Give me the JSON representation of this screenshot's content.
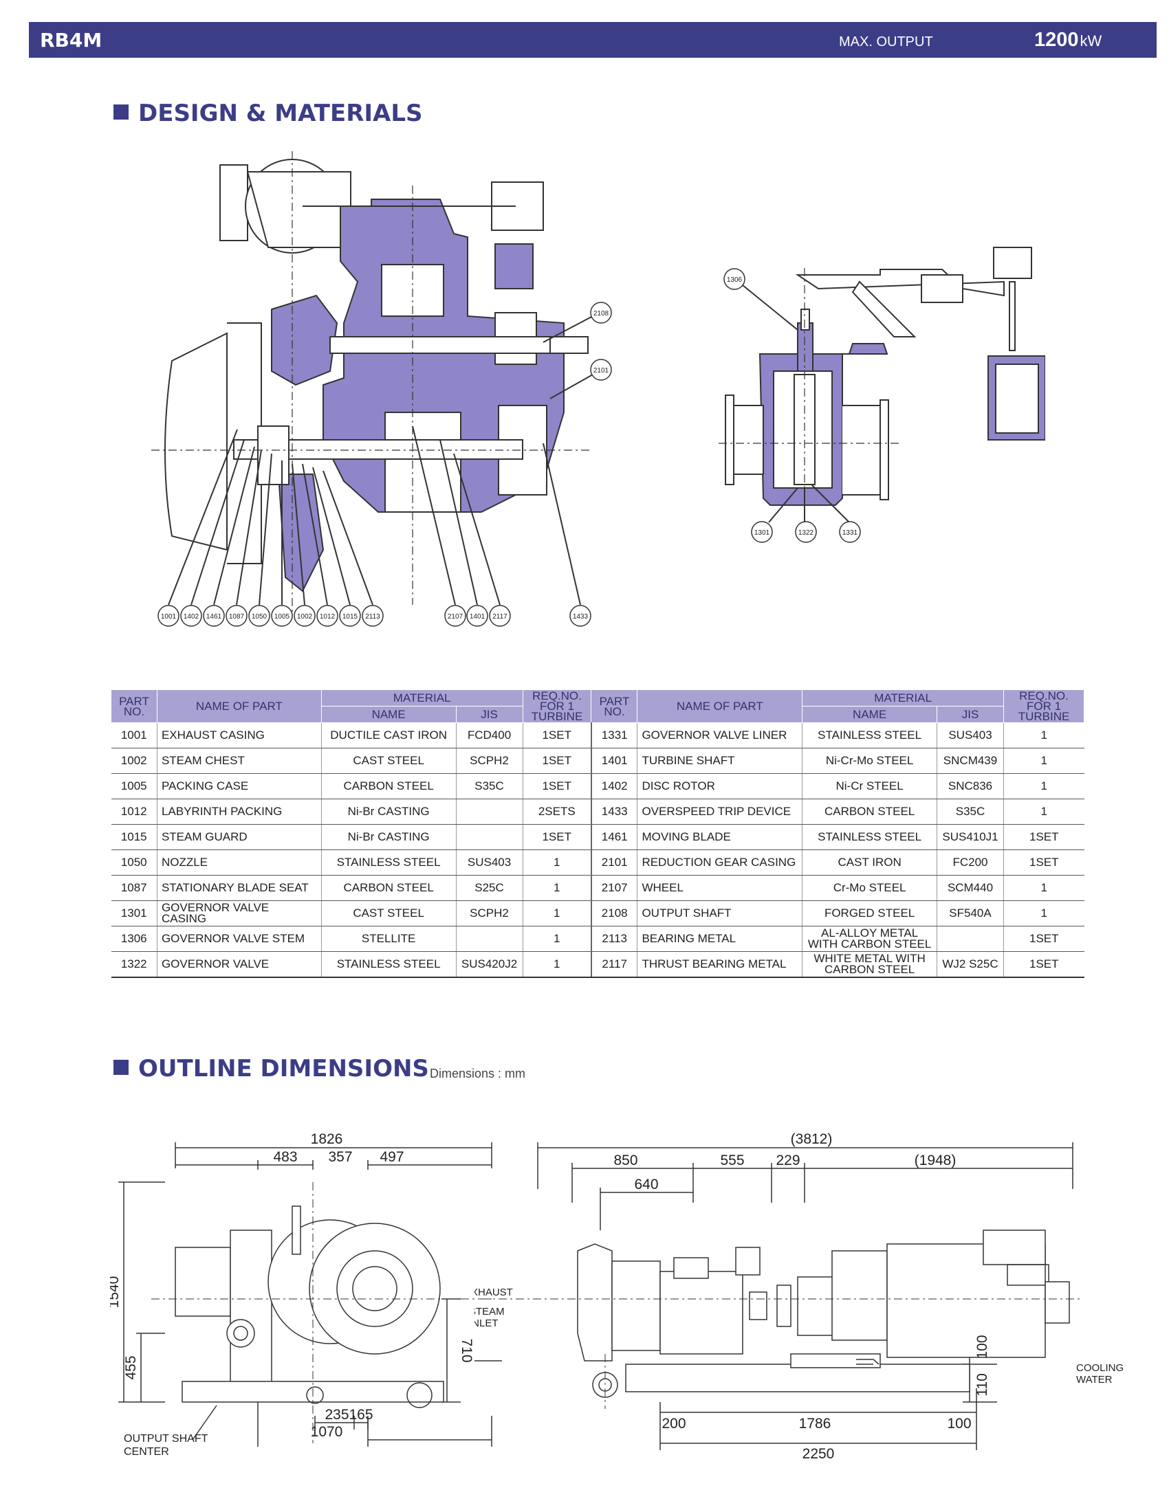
{
  "header": {
    "model": "RB4M",
    "max_output_label": "MAX. OUTPUT",
    "max_output_value": "1200",
    "max_output_unit": "kW"
  },
  "sections": {
    "design": "DESIGN & MATERIALS",
    "outline": "OUTLINE DIMENSIONS",
    "outline_units": "Dimensions : mm"
  },
  "callouts": {
    "main_bottom": [
      "1001",
      "1402",
      "1461",
      "1087",
      "1050",
      "1005",
      "1002",
      "1012",
      "1015",
      "2113",
      "2107",
      "1401",
      "2117",
      "1433"
    ],
    "main_side": [
      "2108",
      "2101"
    ],
    "gov_top": "1306",
    "gov_bottom": [
      "1301",
      "1322",
      "1331"
    ]
  },
  "table": {
    "headers": {
      "part_no": "PART NO.",
      "name_of_part": "NAME OF PART",
      "material": "MATERIAL",
      "name": "NAME",
      "jis": "JIS",
      "req_no": "REQ.NO. FOR 1 TURBINE"
    },
    "left": [
      {
        "no": "1001",
        "part": "EXHAUST CASING",
        "mat": "DUCTILE CAST IRON",
        "jis": "FCD400",
        "req": "1SET"
      },
      {
        "no": "1002",
        "part": "STEAM CHEST",
        "mat": "CAST STEEL",
        "jis": "SCPH2",
        "req": "1SET"
      },
      {
        "no": "1005",
        "part": "PACKING CASE",
        "mat": "CARBON STEEL",
        "jis": "S35C",
        "req": "1SET"
      },
      {
        "no": "1012",
        "part": "LABYRINTH PACKING",
        "mat": "Ni-Br CASTING",
        "jis": "",
        "req": "2SETS"
      },
      {
        "no": "1015",
        "part": "STEAM GUARD",
        "mat": "Ni-Br CASTING",
        "jis": "",
        "req": "1SET"
      },
      {
        "no": "1050",
        "part": "NOZZLE",
        "mat": "STAINLESS STEEL",
        "jis": "SUS403",
        "req": "1"
      },
      {
        "no": "1087",
        "part": "STATIONARY BLADE SEAT",
        "mat": "CARBON STEEL",
        "jis": "S25C",
        "req": "1"
      },
      {
        "no": "1301",
        "part": "GOVERNOR VALVE CASING",
        "mat": "CAST STEEL",
        "jis": "SCPH2",
        "req": "1"
      },
      {
        "no": "1306",
        "part": "GOVERNOR VALVE STEM",
        "mat": "STELLITE",
        "jis": "",
        "req": "1"
      },
      {
        "no": "1322",
        "part": "GOVERNOR VALVE",
        "mat": "STAINLESS STEEL",
        "jis": "SUS420J2",
        "req": "1"
      }
    ],
    "right": [
      {
        "no": "1331",
        "part": "GOVERNOR VALVE LINER",
        "mat": "STAINLESS STEEL",
        "jis": "SUS403",
        "req": "1"
      },
      {
        "no": "1401",
        "part": "TURBINE SHAFT",
        "mat": "Ni-Cr-Mo STEEL",
        "jis": "SNCM439",
        "req": "1"
      },
      {
        "no": "1402",
        "part": "DISC ROTOR",
        "mat": "Ni-Cr STEEL",
        "jis": "SNC836",
        "req": "1"
      },
      {
        "no": "1433",
        "part": "OVERSPEED TRIP DEVICE",
        "mat": "CARBON STEEL",
        "jis": "S35C",
        "req": "1"
      },
      {
        "no": "1461",
        "part": "MOVING BLADE",
        "mat": "STAINLESS STEEL",
        "jis": "SUS410J1",
        "req": "1SET"
      },
      {
        "no": "2101",
        "part": "REDUCTION GEAR CASING",
        "mat": "CAST IRON",
        "jis": "FC200",
        "req": "1SET"
      },
      {
        "no": "2107",
        "part": "WHEEL",
        "mat": "Cr-Mo STEEL",
        "jis": "SCM440",
        "req": "1"
      },
      {
        "no": "2108",
        "part": "OUTPUT SHAFT",
        "mat": "FORGED STEEL",
        "jis": "SF540A",
        "req": "1"
      },
      {
        "no": "2113",
        "part": "BEARING METAL",
        "mat": "AL-ALLOY METAL WITH CARBON STEEL",
        "jis": "",
        "req": "1SET"
      },
      {
        "no": "2117",
        "part": "THRUST BEARING METAL",
        "mat": "WHITE METAL WITH CARBON STEEL",
        "jis": "WJ2 S25C",
        "req": "1SET"
      }
    ]
  },
  "front_view": {
    "dims": {
      "overall_width": "1826",
      "w1": "483",
      "w2": "357",
      "w3": "497",
      "height": "1540",
      "h_low": "455",
      "h_710": "710",
      "b1": "235",
      "b2": "165",
      "base": "1070"
    },
    "label_output_shaft": "OUTPUT SHAFT",
    "label_center": "CENTER"
  },
  "side_view": {
    "dims": {
      "overall": "(3812)",
      "d850": "850",
      "d555": "555",
      "d229": "229",
      "d1948": "(1948)",
      "d640": "640",
      "d200": "200",
      "d1786": "1786",
      "d100b": "100",
      "d2250": "2250",
      "v100": "100",
      "v110": "110"
    },
    "label_exhaust": "EXHAUST",
    "label_steam": "STEAM",
    "label_inlet": "INLET",
    "label_cooling": "COOLING",
    "label_water": "WATER"
  },
  "colors": {
    "accent": "#3c3d87",
    "fill": "#8e86c8",
    "table_head": "#a7a2d2"
  }
}
